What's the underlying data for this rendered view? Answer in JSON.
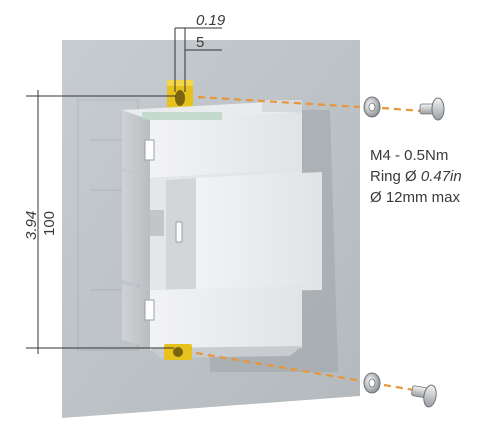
{
  "dimensions": {
    "top_width_in": "0.19",
    "top_width_mm": "5",
    "height_in": "3.94",
    "height_mm": "100"
  },
  "spec": {
    "line1": "M4 - 0.5Nm",
    "line2_prefix": "Ring Ø ",
    "line2_value": "0.47in",
    "line3": "Ø 12mm max"
  },
  "colors": {
    "panel": "#b9bfc3",
    "module": "#dfe1e3",
    "bracket": "#e8c21c",
    "screw_line": "#e8963a"
  }
}
